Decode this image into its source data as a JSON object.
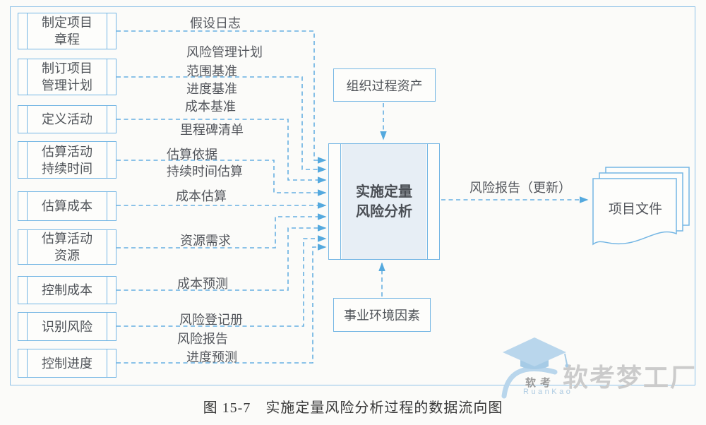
{
  "diagram": {
    "caption": "图 15-7　实施定量风险分析过程的数据流向图",
    "process_boxes": [
      {
        "line1": "制定项目",
        "line2": "章程"
      },
      {
        "line1": "制订项目",
        "line2": "管理计划"
      },
      {
        "line1": "定义活动"
      },
      {
        "line1": "估算活动",
        "line2": "持续时间"
      },
      {
        "line1": "估算成本"
      },
      {
        "line1": "估算活动",
        "line2": "资源"
      },
      {
        "line1": "控制成本"
      },
      {
        "line1": "识别风险"
      },
      {
        "line1": "控制进度"
      }
    ],
    "flow_labels": [
      "假设日志",
      "风险管理计划",
      "范围基准",
      "进度基准",
      "成本基准",
      "里程碑清单",
      "估算依据",
      "持续时间估算",
      "成本估算",
      "资源需求",
      "成本预测",
      "风险登记册",
      "风险报告",
      "进度预测"
    ],
    "center_process": {
      "line1": "实施定量",
      "line2": "风险分析"
    },
    "top_input": "组织过程资产",
    "bottom_input": "事业环境因素",
    "output_label": "风险报告（更新）",
    "output_target": "项目文件",
    "watermark": {
      "brand": "软考梦工厂",
      "logo_text": "软考",
      "logo_subtext": "RuanKao"
    },
    "colors": {
      "line_blue": "#66b0e2",
      "border_blue": "#74b6e4",
      "center_fill": "#e7eef5",
      "text_dark": "#4f5358",
      "caption_dark": "#3a3a3a",
      "watermark_gray": "#cbcbcb",
      "watermark_blue": "#b9d6ec"
    }
  }
}
